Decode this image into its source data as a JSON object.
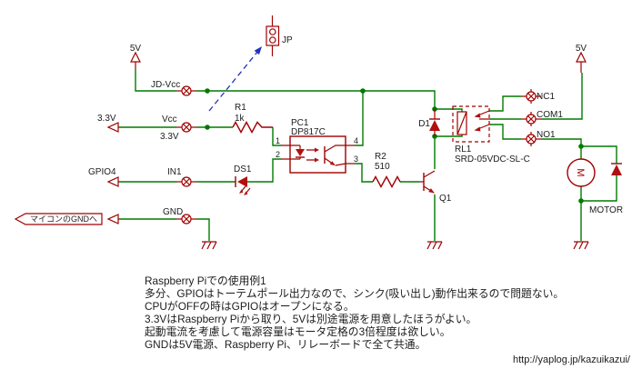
{
  "colors": {
    "wire_green": "#007a00",
    "component_red": "#a00000",
    "text_black": "#1c1c1c",
    "annotation_blue": "#2233bb",
    "background": "#ffffff"
  },
  "schematic": {
    "power": {
      "left_5v": "5V",
      "right_5v": "5V",
      "rail_3v3": "3.3V"
    },
    "nets": {
      "jd_vcc": "JD-Vcc",
      "vcc": "Vcc",
      "vcc_value": "3.3V",
      "gpio4": "GPIO4",
      "in1": "IN1",
      "gnd": "GND",
      "gnd_banner": "マイコンのGNDへ"
    },
    "connectors": {
      "nc1": "NC1",
      "com1": "COM1",
      "no1": "NO1"
    },
    "components": {
      "jp": {
        "ref": "JP"
      },
      "r1": {
        "ref": "R1",
        "value": "1k"
      },
      "pc1": {
        "ref": "PC1",
        "value": "DP817C",
        "pins": {
          "p1": "1",
          "p2": "2",
          "p3": "3",
          "p4": "4"
        }
      },
      "ds1": {
        "ref": "DS1"
      },
      "r2": {
        "ref": "R2",
        "value": "510"
      },
      "q1": {
        "ref": "Q1"
      },
      "d1": {
        "ref": "D1"
      },
      "rl1": {
        "ref": "RL1",
        "value": "SRD-05VDC-SL-C"
      },
      "motor": {
        "label": "MOTOR",
        "symbol": "M"
      }
    }
  },
  "notes": {
    "lines": [
      "Raspberry Piでの使用例1",
      "多分、GPIOはトーテムポール出力なので、シンク(吸い出し)動作出来るので問題ない。",
      "CPUがOFFの時はGPIOはオープンになる。",
      "3.3VはRaspberry Piから取り、5Vは別途電源を用意したほうがよい。",
      "起動電流を考慮して電源容量はモータ定格の3倍程度は欲しい。",
      "GNDは5V電源、Raspberry Pi、リレーボードで全て共通。"
    ]
  },
  "footer": {
    "url": "http://yaplog.jp/kazuikazui/"
  }
}
